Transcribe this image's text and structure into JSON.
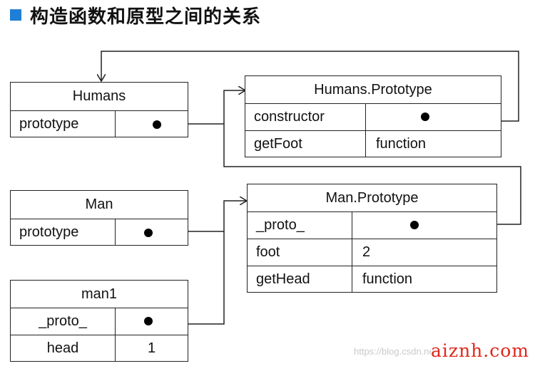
{
  "heading": {
    "title": "构造函数和原型之间的关系"
  },
  "humans": {
    "title": "Humans",
    "prop": "prototype"
  },
  "humans_proto": {
    "title": "Humans.Prototype",
    "rows": [
      {
        "key": "constructor",
        "value": ""
      },
      {
        "key": "getFoot",
        "value": "function"
      }
    ]
  },
  "man": {
    "title": "Man",
    "prop": "prototype"
  },
  "man_proto": {
    "title": "Man.Prototype",
    "rows": [
      {
        "key": "_proto_",
        "value": ""
      },
      {
        "key": "foot",
        "value": "2"
      },
      {
        "key": "getHead",
        "value": "function"
      }
    ]
  },
  "man1": {
    "title": "man1",
    "rows": [
      {
        "key": "_proto_",
        "value": ""
      },
      {
        "key": "head",
        "value": "1"
      }
    ]
  },
  "watermark": {
    "url": "https://blog.csdn.net/...",
    "brand": "aiznh.com"
  },
  "colors": {
    "accent": "#1f7fd6",
    "line": "#222222",
    "brand": "#e0261b"
  }
}
